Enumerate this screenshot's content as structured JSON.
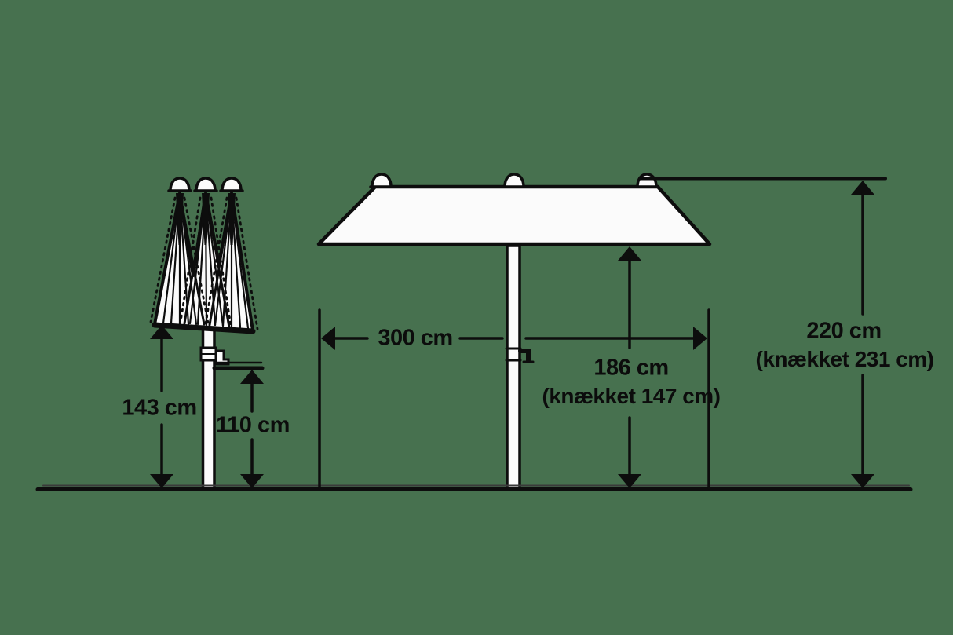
{
  "diagram": {
    "background_color": "#47714f",
    "line_color": "#0d0d0d",
    "canopy_fill_color": "#fbfbfb",
    "labels": {
      "closed_height": "143 cm",
      "bracket_height": "110 cm",
      "canopy_width": "300 cm",
      "clearance_height": "186 cm",
      "clearance_height_tilted": "(knækket 147 cm)",
      "total_height": "220 cm",
      "total_height_tilted": "(knækket 231 cm)"
    }
  }
}
